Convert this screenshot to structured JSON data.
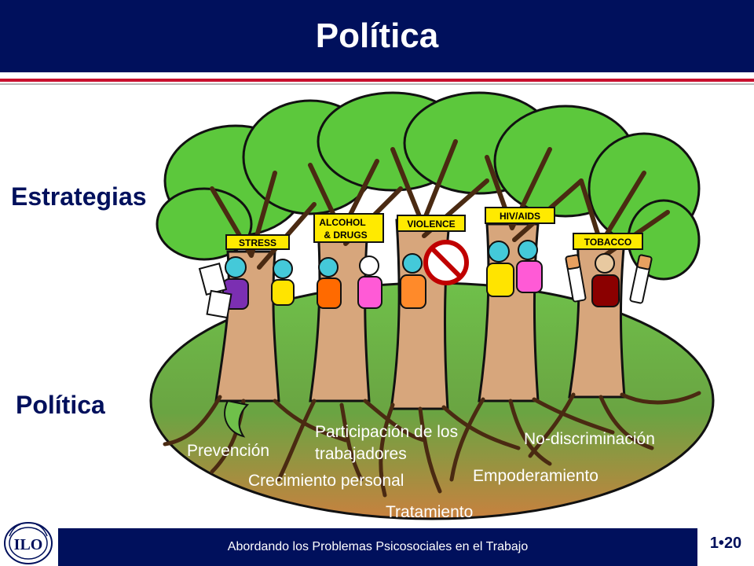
{
  "slide": {
    "title": "Política",
    "left_labels": {
      "strategies": "Estrategias",
      "policy": "Política"
    },
    "tree_signs": [
      "STRESS",
      "ALCOHOL",
      "& DRUGS",
      "VIOLENCE",
      "HIV/AIDS",
      "TOBACCO"
    ],
    "ground_labels": {
      "prevention": "Prevención",
      "participation": "Participación de los trabajadores",
      "non_discrimination": "No-discriminación",
      "personal_growth": "Crecimiento personal",
      "empowerment": "Empoderamiento",
      "treatment": "Tratamiento"
    },
    "footer": {
      "text": "Abordando los Problemas Psicosociales en el Trabajo",
      "page_number": "1•20"
    },
    "logo_text": "ILO"
  },
  "colors": {
    "navy": "#00105c",
    "red_rule": "#c8102e",
    "foliage": "#5cc83c",
    "trunk": "#d7a67c",
    "sign_yellow": "#ffea00"
  }
}
